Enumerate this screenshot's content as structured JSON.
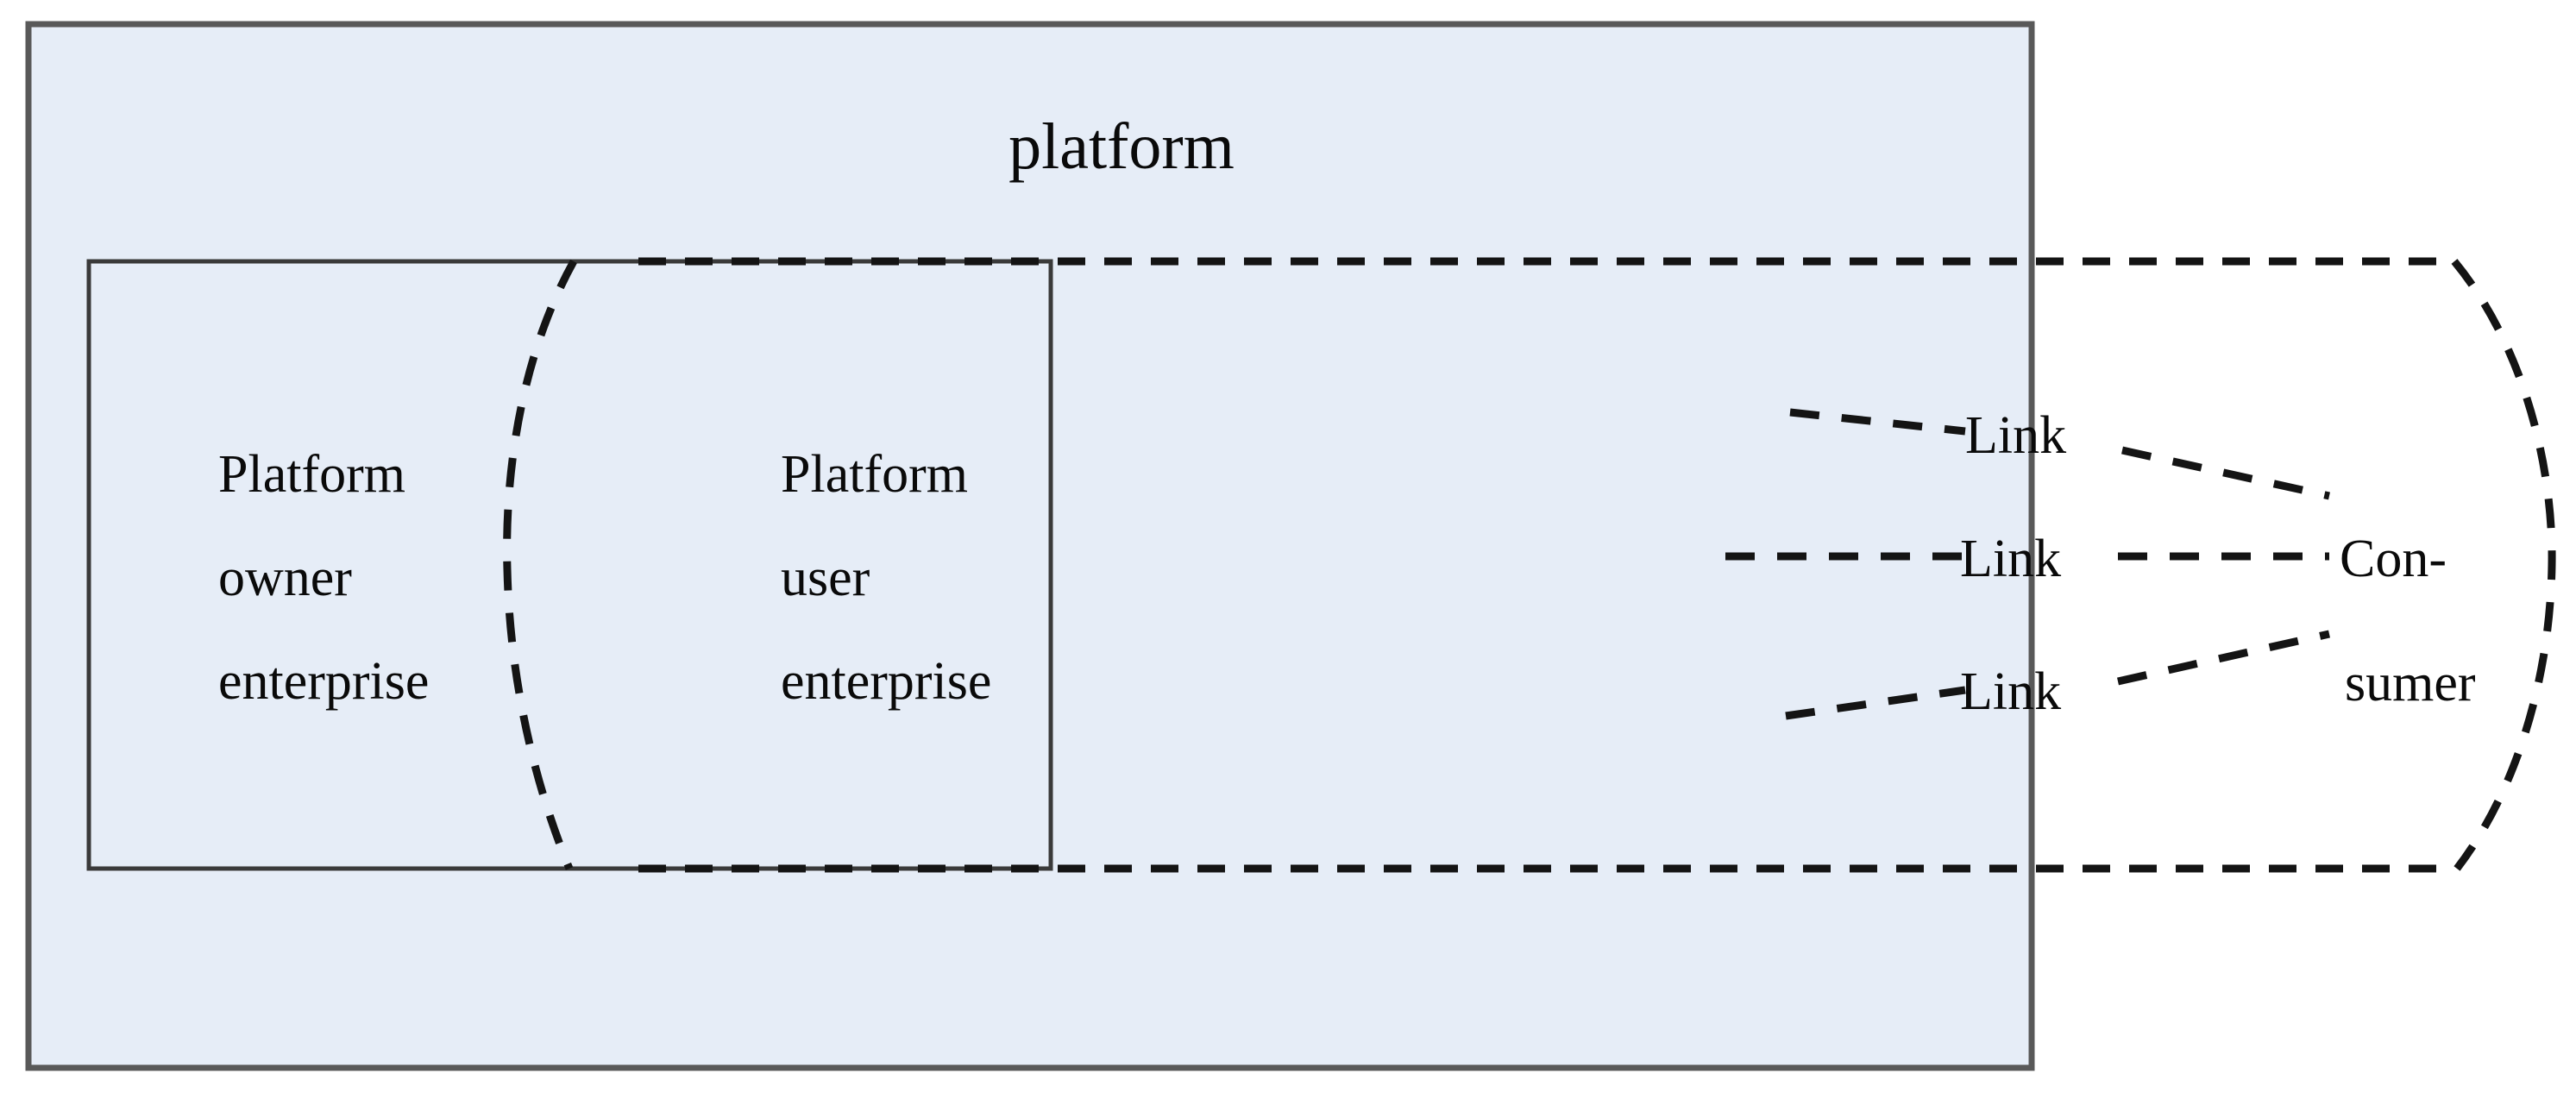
{
  "diagram": {
    "title": "platform",
    "colors": {
      "platform_fill": "#e6edf7",
      "platform_stroke": "#4d4d4d",
      "inner_stroke": "#3a3a3a",
      "dashed_stroke": "#111111",
      "text": "#0a0a0a",
      "background": "#ffffff"
    },
    "platform_box": {
      "label": "platform"
    },
    "inner_box": {
      "left_cell": {
        "line1": "Platform",
        "line2": "owner",
        "line3": "enterprise"
      },
      "right_cell": {
        "line1": "Platform",
        "line2": "user",
        "line3": "enterprise"
      }
    },
    "links": [
      {
        "label": "Link"
      },
      {
        "label": "Link"
      },
      {
        "label": "Link"
      }
    ],
    "consumer": {
      "line1": "Con-",
      "line2": "sumer"
    }
  }
}
